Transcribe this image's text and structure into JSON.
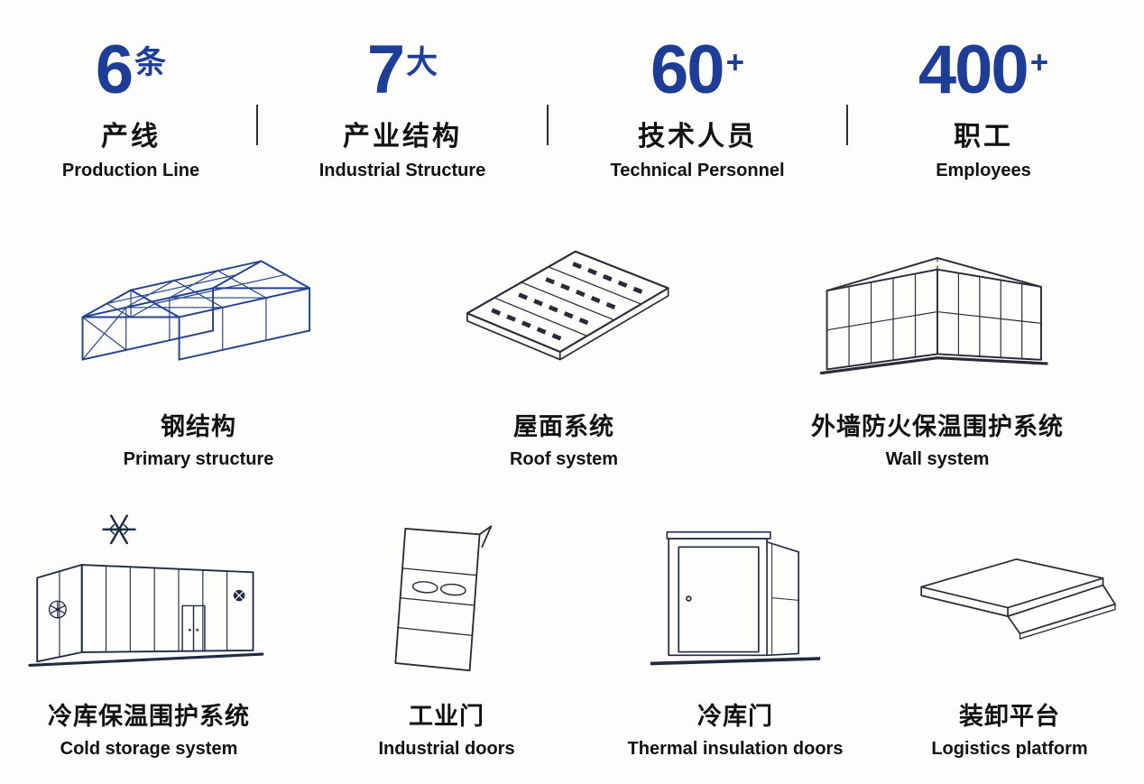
{
  "colors": {
    "accent_blue": "#1e3d96",
    "steel_blue": "#24418e",
    "line_dark": "#2a2a38",
    "background": "#fdfdfb"
  },
  "stats": [
    {
      "number": "6",
      "suffix": "条",
      "label_zh": "产线",
      "label_en": "Production Line"
    },
    {
      "number": "7",
      "suffix": "大",
      "label_zh": "产业结构",
      "label_en": "Industrial Structure"
    },
    {
      "number": "60",
      "suffix": "+",
      "label_zh": "技术人员",
      "label_en": "Technical Personnel"
    },
    {
      "number": "400",
      "suffix": "+",
      "label_zh": "职工",
      "label_en": "Employees"
    }
  ],
  "products_row1": [
    {
      "icon": "steel-structure-icon",
      "label_zh": "钢结构",
      "label_en": "Primary structure"
    },
    {
      "icon": "roof-system-icon",
      "label_zh": "屋面系统",
      "label_en": "Roof system"
    },
    {
      "icon": "wall-system-icon",
      "label_zh": "外墙防火保温围护系统",
      "label_en": "Wall system"
    }
  ],
  "products_row2": [
    {
      "icon": "cold-storage-icon",
      "label_zh": "冷库保温围护系统",
      "label_en": "Cold storage system"
    },
    {
      "icon": "industrial-door-icon",
      "label_zh": "工业门",
      "label_en": "Industrial doors"
    },
    {
      "icon": "thermal-door-icon",
      "label_zh": "冷库门",
      "label_en": "Thermal insulation doors"
    },
    {
      "icon": "loading-platform-icon",
      "label_zh": "装卸平台",
      "label_en": "Logistics platform"
    }
  ]
}
